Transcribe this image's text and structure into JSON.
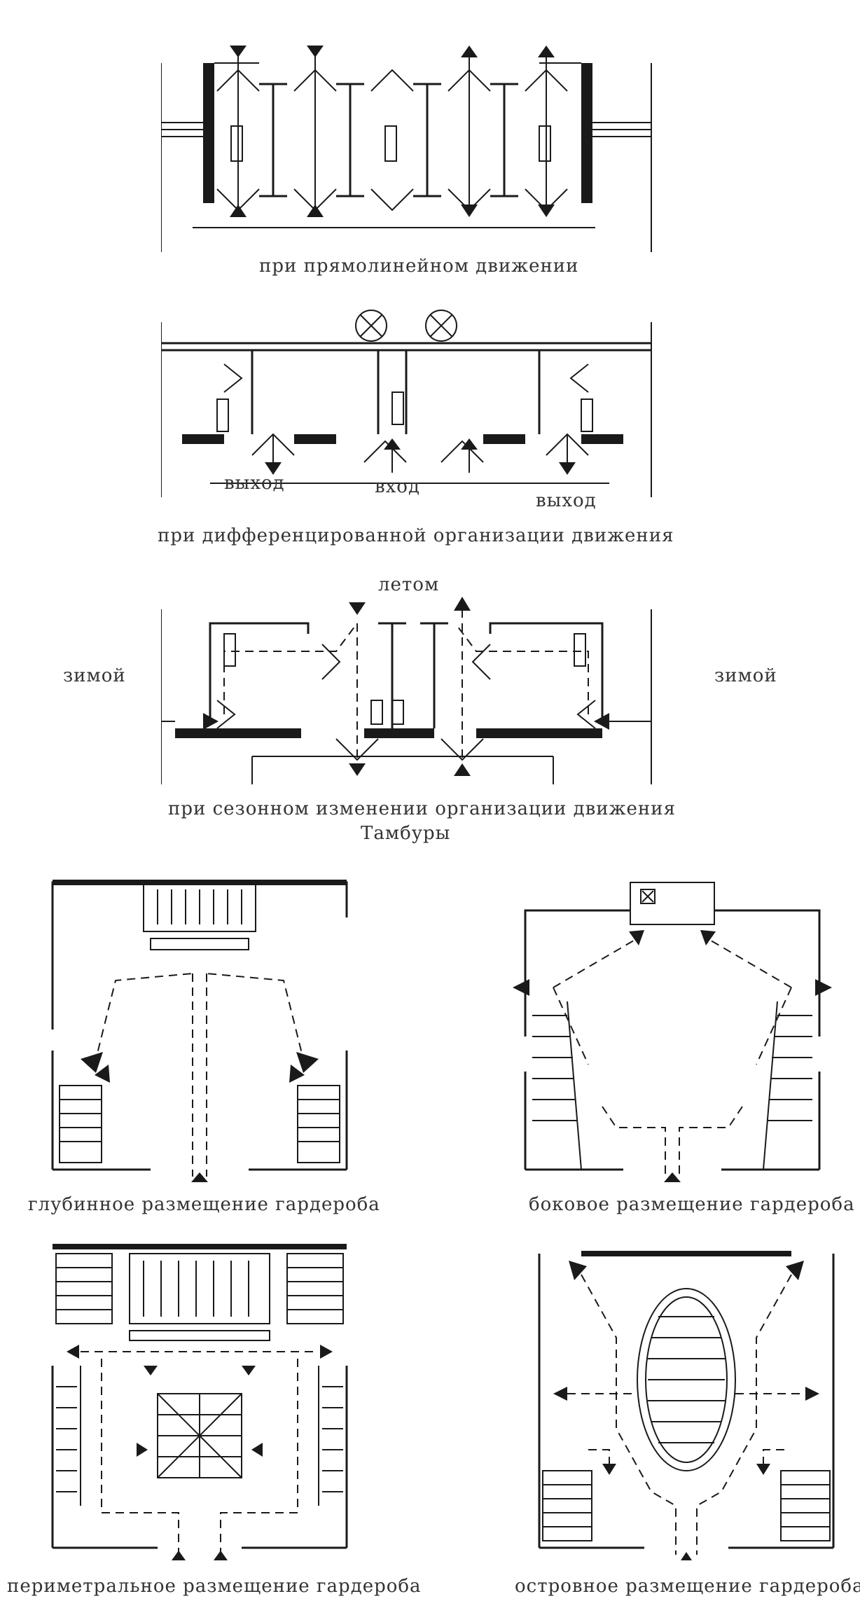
{
  "captions": {
    "vestibule_straight": "при прямолинейном движении",
    "vestibule_differentiated": "при дифференцированной организации движения",
    "vestibule_seasonal": "при сезонном изменении организации движения",
    "vestibules_title": "Тамбуры",
    "wardrobe_deep": "глубинное размещение гардероба",
    "wardrobe_side": "боковое размещение гардероба",
    "wardrobe_perimeter": "периметральное размещение гардероба",
    "wardrobe_island": "островное размещение гардероба"
  },
  "labels": {
    "exit_left": "выход",
    "entrance": "вход",
    "exit_right": "выход",
    "summer": "летом",
    "winter_left": "зимой",
    "winter_right": "зимой"
  }
}
